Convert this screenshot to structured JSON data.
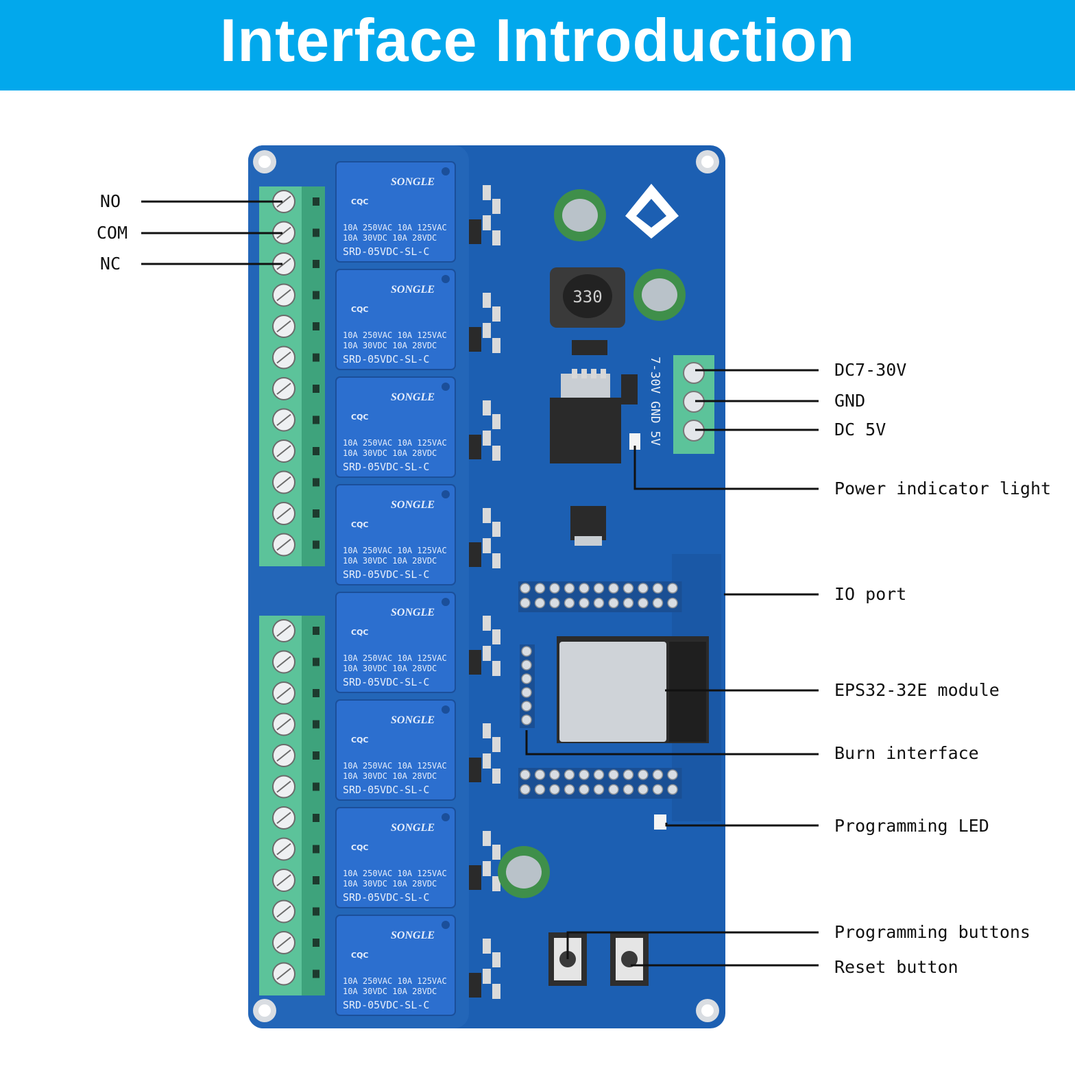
{
  "title": "Interface Introduction",
  "colors": {
    "banner": "#02a8ec",
    "pcb": "#1c5fb2",
    "relay": "#2c6fcf",
    "terminal": "#5cc39a"
  },
  "relay": {
    "brand": "SONGLE",
    "cert": "CQC",
    "rating1": "10A 250VAC 10A 125VAC",
    "rating2": "10A 30VDC 10A 28VDC",
    "model": "SRD-05VDC-SL-C"
  },
  "inductor": "330",
  "silk": {
    "power": "7-30V GND 5V"
  },
  "left_labels": [
    {
      "id": "no",
      "text": "NO"
    },
    {
      "id": "com",
      "text": "COM"
    },
    {
      "id": "nc",
      "text": "NC"
    }
  ],
  "right_labels": [
    {
      "id": "dc7-30v",
      "text": "DC7-30V"
    },
    {
      "id": "gnd",
      "text": "GND"
    },
    {
      "id": "dc-5v",
      "text": "DC 5V"
    },
    {
      "id": "power-indicator-light",
      "text": "Power indicator light"
    },
    {
      "id": "io-port",
      "text": "IO port"
    },
    {
      "id": "esp32-module",
      "text": "EPS32-32E module"
    },
    {
      "id": "burn-interface",
      "text": "Burn interface"
    },
    {
      "id": "programming-led",
      "text": "Programming LED"
    },
    {
      "id": "programming-buttons",
      "text": "Programming buttons"
    },
    {
      "id": "reset-button",
      "text": "Reset button"
    }
  ]
}
